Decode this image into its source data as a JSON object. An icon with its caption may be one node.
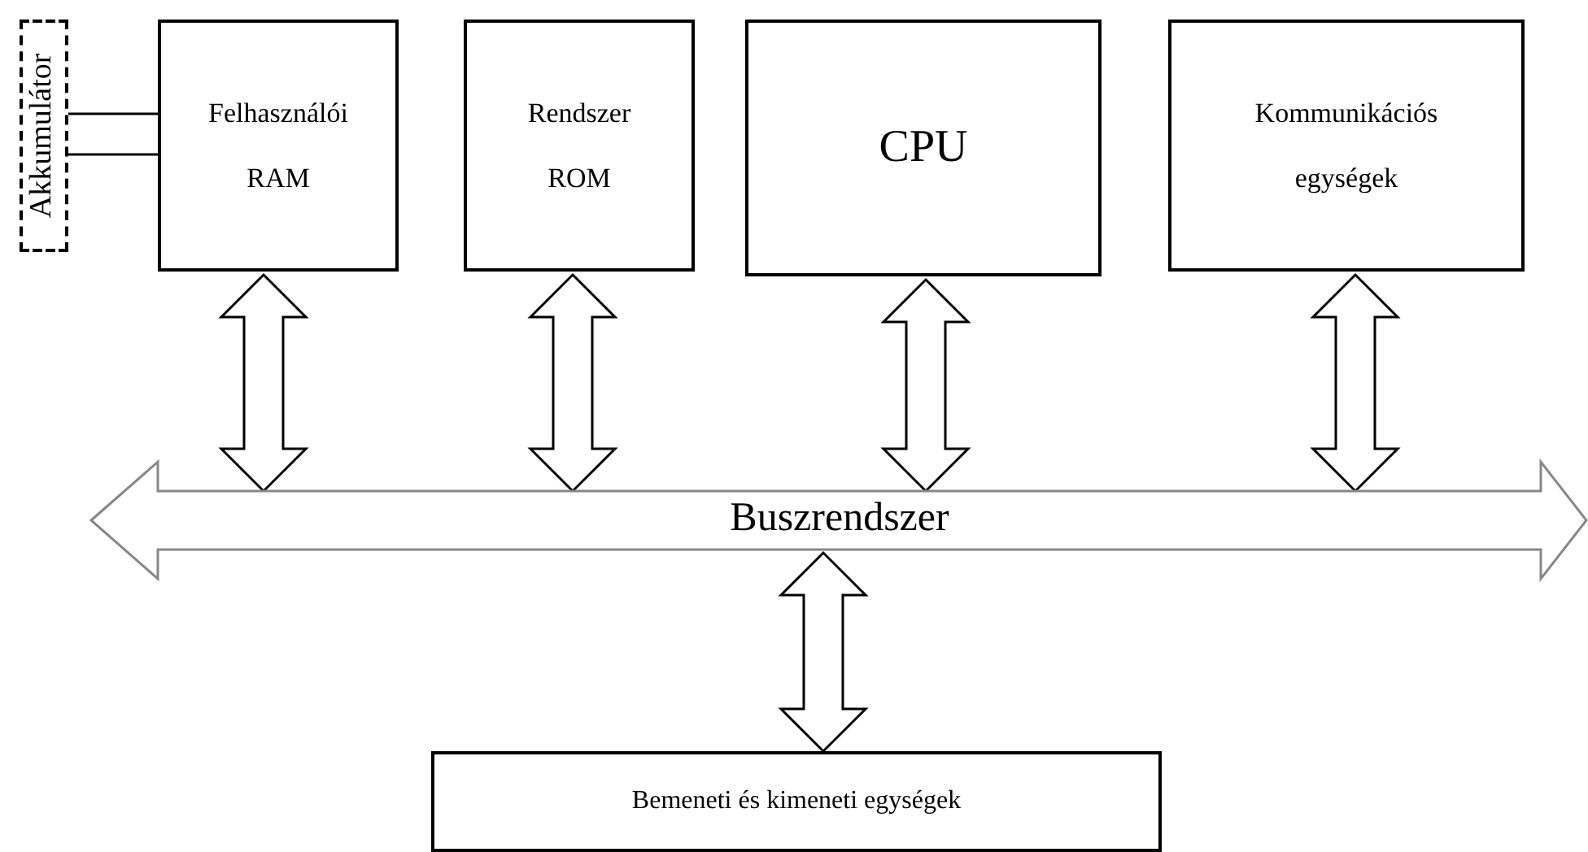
{
  "diagram": {
    "nodes": [
      {
        "text": [
          "Akkumulátor"
        ]
      },
      {
        "text": [
          "Felhasználói RAM"
        ]
      },
      {
        "text": [
          "Rendszer ROM"
        ]
      },
      {
        "text": [
          "CPU"
        ]
      },
      {
        "text": [
          "Kommunikációs egységek"
        ]
      },
      {
        "text": [
          "Buszrendszer"
        ]
      },
      {
        "text": [
          "Bemeneti és kimeneti egységek"
        ]
      }
    ],
    "edges": [
      {
        "from": 0,
        "to": 1,
        "arrow": "none"
      },
      {
        "from": 0,
        "to": 1,
        "arrow": "none"
      },
      {
        "from": 1,
        "to": 5,
        "arrow": "both"
      },
      {
        "from": 2,
        "to": 5,
        "arrow": "both"
      },
      {
        "from": 3,
        "to": 5,
        "arrow": "both"
      },
      {
        "from": 4,
        "to": 5,
        "arrow": "both"
      },
      {
        "from": 5,
        "to": 6,
        "arrow": "both"
      }
    ]
  }
}
